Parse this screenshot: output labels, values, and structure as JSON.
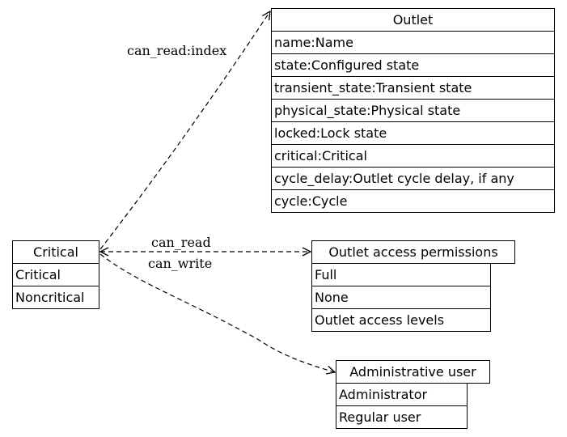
{
  "outlet": {
    "title": "Outlet",
    "rows": [
      "name:Name",
      "state:Configured state",
      "transient_state:Transient state",
      "physical_state:Physical state",
      "locked:Lock state",
      "critical:Critical",
      "cycle_delay:Outlet cycle delay, if any",
      "cycle:Cycle"
    ]
  },
  "critical": {
    "title": "Critical",
    "rows": [
      "Critical",
      "Noncritical"
    ]
  },
  "permissions": {
    "title": "Outlet access permissions",
    "rows": [
      "Full",
      "None",
      "Outlet access levels"
    ]
  },
  "admin": {
    "title": "Administrative user",
    "rows": [
      "Administrator",
      "Regular user"
    ]
  },
  "edges": {
    "can_read_index": "can_read:index",
    "can_read": "can_read",
    "can_write": "can_write"
  }
}
